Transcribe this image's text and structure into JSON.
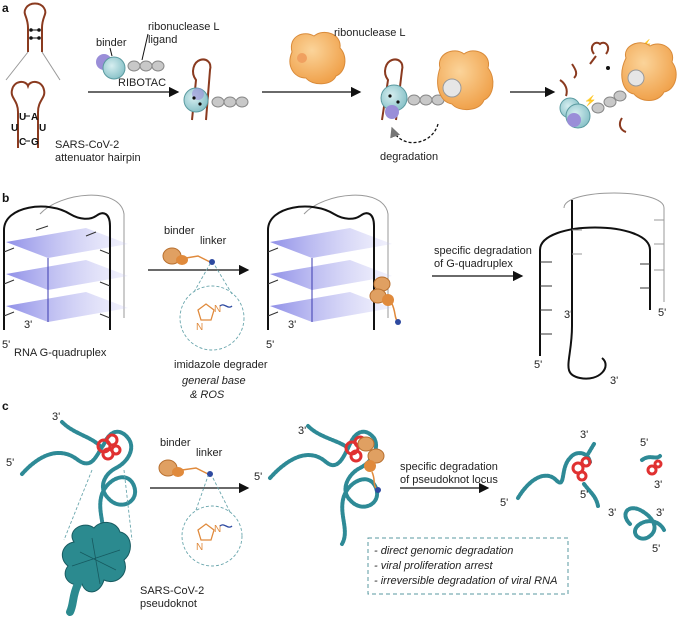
{
  "panels": {
    "a": {
      "label": "a",
      "binder": "binder",
      "ligand_line1": "ribonuclease L",
      "ligand_line2": "ligand",
      "ribotac": "RIBOTAC",
      "rnasel": "ribonuclease L",
      "degradation": "degradation",
      "hairpin_line1": "SARS-CoV-2",
      "hairpin_line2": "attenuator hairpin",
      "nucleotides": [
        "U",
        "A",
        "U",
        "U",
        "C",
        "G"
      ]
    },
    "b": {
      "label": "b",
      "quadruplex": "RNA G-quadruplex",
      "binder": "binder",
      "linker": "linker",
      "degrader": "imidazole degrader",
      "mech_line1": "general base",
      "mech_line2": "& ROS",
      "specific_line1": "specific degradation",
      "specific_line2": "of G-quadruplex",
      "end5": "5'",
      "end3": "3'"
    },
    "c": {
      "label": "c",
      "binder": "binder",
      "linker": "linker",
      "specific_line1": "specific degradation",
      "specific_line2": "of pseudoknot locus",
      "pseudo_line1": "SARS-CoV-2",
      "pseudo_line2": "pseudoknot",
      "bullets": [
        "- direct genomic degradation",
        "- viral proliferation arrest",
        "- irreversible degradation of viral RNA"
      ],
      "end5": "5'",
      "end3": "3'"
    }
  },
  "colors": {
    "rna_strand": "#8a3a1f",
    "binder": "#a9d5da",
    "ligand": "#b0b0b0",
    "rnasel": "#f4b36a",
    "degrader": "#e08a3c",
    "viral_rna": "#2e8a96",
    "pseudoknot": "#e03131",
    "plane": "#6b6be0"
  }
}
